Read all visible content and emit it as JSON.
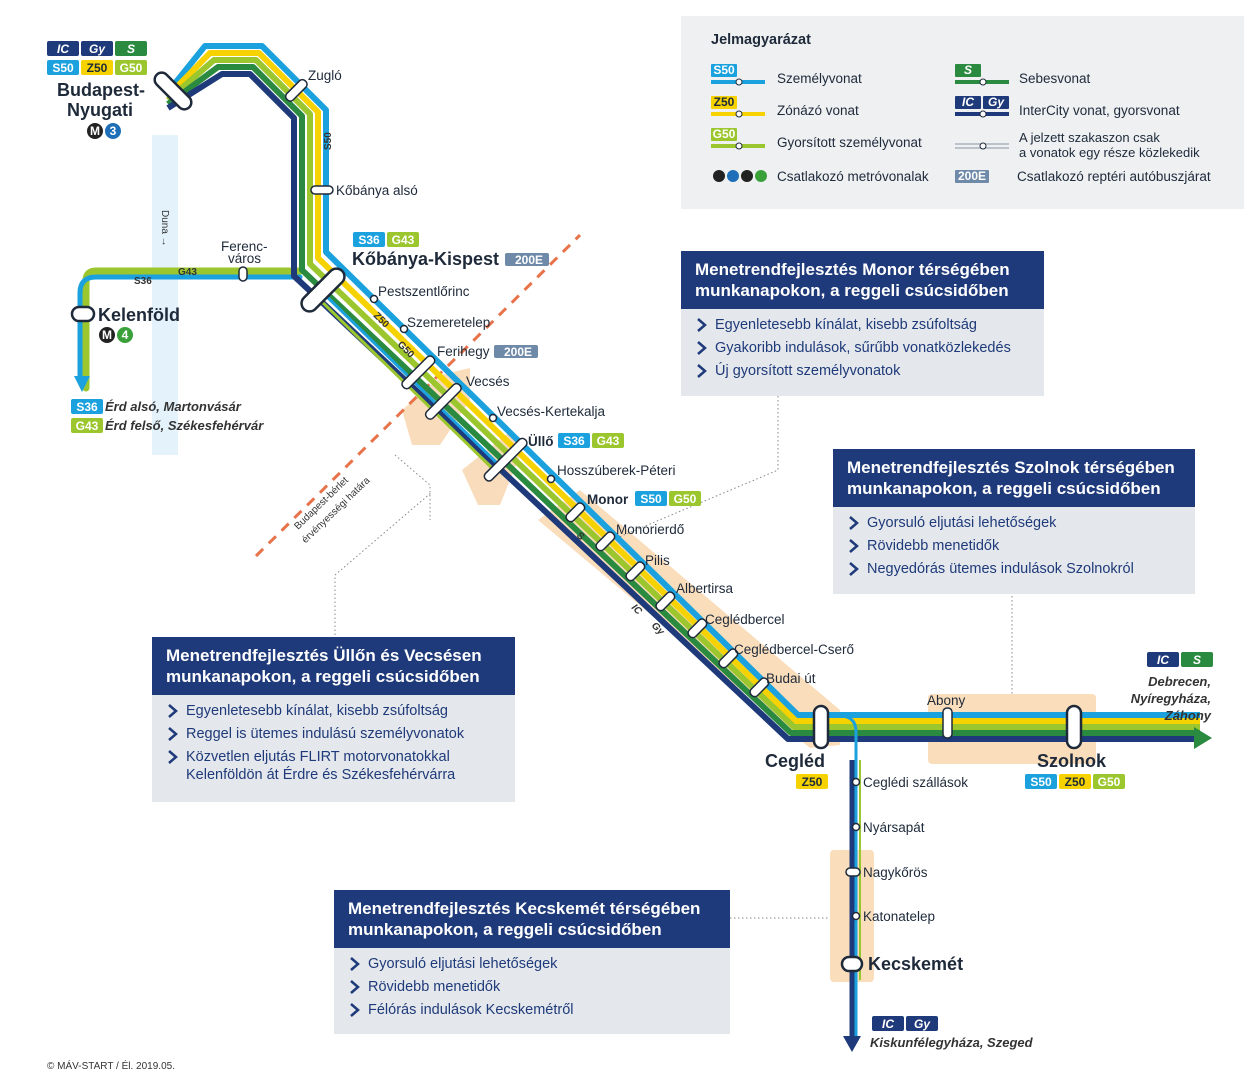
{
  "legend": {
    "title": "Jelmagyarázat",
    "items": {
      "szemely": "Személyvonat",
      "zonazo": "Zónázó vonat",
      "gyorsitott": "Gyorsított személyvonat",
      "metro": "Csatlakozó metróvonalak",
      "sebes": "Sebesvonat",
      "intercity": "InterCity vonat, gyorsvonat",
      "partial_1": "A jelzett szakaszon csak",
      "partial_2": "a vonatok egy része közlekedik",
      "bus": "Csatlakozó reptéri autóbuszjárat"
    }
  },
  "chips": {
    "s50": "S50",
    "z50": "Z50",
    "g50": "G50",
    "s36": "S36",
    "g43": "G43",
    "ic": "IC",
    "gy": "Gy",
    "s": "S",
    "bus200e": "200E",
    "m3": "3",
    "m4": "4",
    "m": "M"
  },
  "stations": {
    "budapest_1": "Budapest-",
    "budapest_2": "Nyugati",
    "zuglo": "Zugló",
    "kobanya_also": "Kőbánya alsó",
    "ferencvaros_1": "Ferenc-",
    "ferencvaros_2": "város",
    "kelenfold": "Kelenföld",
    "kobanya_kispest": "Kőbánya-Kispest",
    "pestszentlorinc": "Pestszentlőrinc",
    "szemeretelep": "Szemeretelep",
    "ferihegy": "Ferihegy",
    "vecses": "Vecsés",
    "vecses_kertekalja": "Vecsés-Kertekalja",
    "ullo": "Üllő",
    "hosszuberek": "Hosszúberek-Péteri",
    "monor": "Monor",
    "monorierdo": "Monorierdő",
    "pilis": "Pilis",
    "albertirsa": "Albertirsa",
    "ceglberbercel": "Ceglédbercel",
    "cegledbercel_csero": "Ceglédbercel-Cserő",
    "budai_ut": "Budai út",
    "cegled": "Cegléd",
    "abony": "Abony",
    "szolnok": "Szolnok",
    "cegledi_szallasok": "Ceglédi szállások",
    "nyarsapat": "Nyársapát",
    "nagykoros": "Nagykőrös",
    "katonatelep": "Katonatelep",
    "kecskemet": "Kecskemét"
  },
  "destinations": {
    "erd_also": "Érd alsó, Martonvásár",
    "erd_felso": "Érd felső, Székesfehérvár",
    "debrecen": "Debrecen,",
    "nyiregyhaza": "Nyíregyháza,",
    "zahony": "Záhony",
    "kiskunfelegyhaza": "Kiskunfélegyháza, Szeged"
  },
  "river": "Duna",
  "boundary": {
    "line1": "Budapest-bérlet",
    "line2": "érvényességi határa"
  },
  "panels": {
    "monor": {
      "head_1": "Menetrendfejlesztés Monor térségében",
      "head_2": "munkanapokon, a reggeli csúcsidőben",
      "items": [
        "Egyenletesebb kínálat, kisebb zsúfoltság",
        "Gyakoribb indulások, sűrűbb vonatközlekedés",
        "Új gyorsított személyvonatok"
      ]
    },
    "szolnok": {
      "head_1": "Menetrendfejlesztés Szolnok térségében",
      "head_2": "munkanapokon, a reggeli csúcsidőben",
      "items": [
        "Gyorsuló eljutási lehetőségek",
        "Rövidebb menetidők",
        "Negyedórás ütemes indulások Szolnokról"
      ]
    },
    "ullo": {
      "head_1": "Menetrendfejlesztés Üllőn és Vecsésen",
      "head_2": "munkanapokon, a reggeli csúcsidőben",
      "items": [
        "Egyenletesebb kínálat, kisebb zsúfoltság",
        "Reggel is ütemes indulású személyvonatok",
        "Közvetlen eljutás FLIRT motorvonatokkal",
        "Kelenföldön át Érdre és Székesfehérvárra"
      ]
    },
    "kecskemet": {
      "head_1": "Menetrendfejlesztés Kecskemét térségében",
      "head_2": "munkanapokon, a reggeli csúcsidőben",
      "items": [
        "Gyorsuló eljutási lehetőségek",
        "Rövidebb menetidők",
        "Félórás indulások Kecskemétről"
      ]
    }
  },
  "copyright": "© MÁV-START / Él. 2019.05.",
  "colors": {
    "blue": "#1ba1dd",
    "yellow": "#f6d200",
    "green_light": "#9cc62e",
    "green": "#2a8a3f",
    "navy": "#1f3a7a",
    "orange_hl": "#f9d9b4",
    "boundary": "#e8734a"
  }
}
